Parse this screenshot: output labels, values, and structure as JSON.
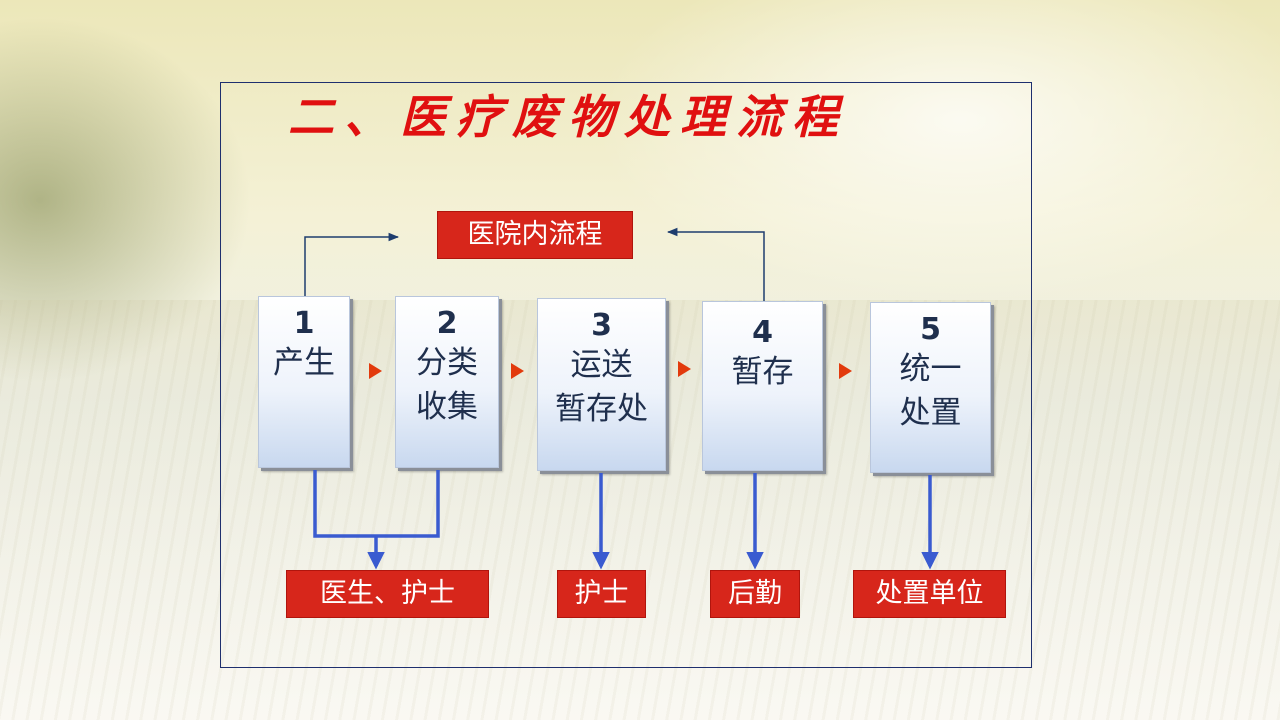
{
  "title": "二、医疗废物处理流程",
  "hospital_label": "医院内流程",
  "steps": [
    {
      "num": "1",
      "label": "产生"
    },
    {
      "num": "2",
      "label": "分类\n收集"
    },
    {
      "num": "3",
      "label": "运送\n暂存处"
    },
    {
      "num": "4",
      "label": "暂存"
    },
    {
      "num": "5",
      "label": "统一\n处置"
    }
  ],
  "roles": [
    {
      "label": "医生、护士"
    },
    {
      "label": "护士"
    },
    {
      "label": "后勤"
    },
    {
      "label": "处置单位"
    }
  ],
  "colors": {
    "title": "#e01010",
    "tag_fill": "#d7261b",
    "arrow_blue": "#3a5bd0",
    "arrow_red": "#e23a0c",
    "connector": "#1e3d6e"
  }
}
